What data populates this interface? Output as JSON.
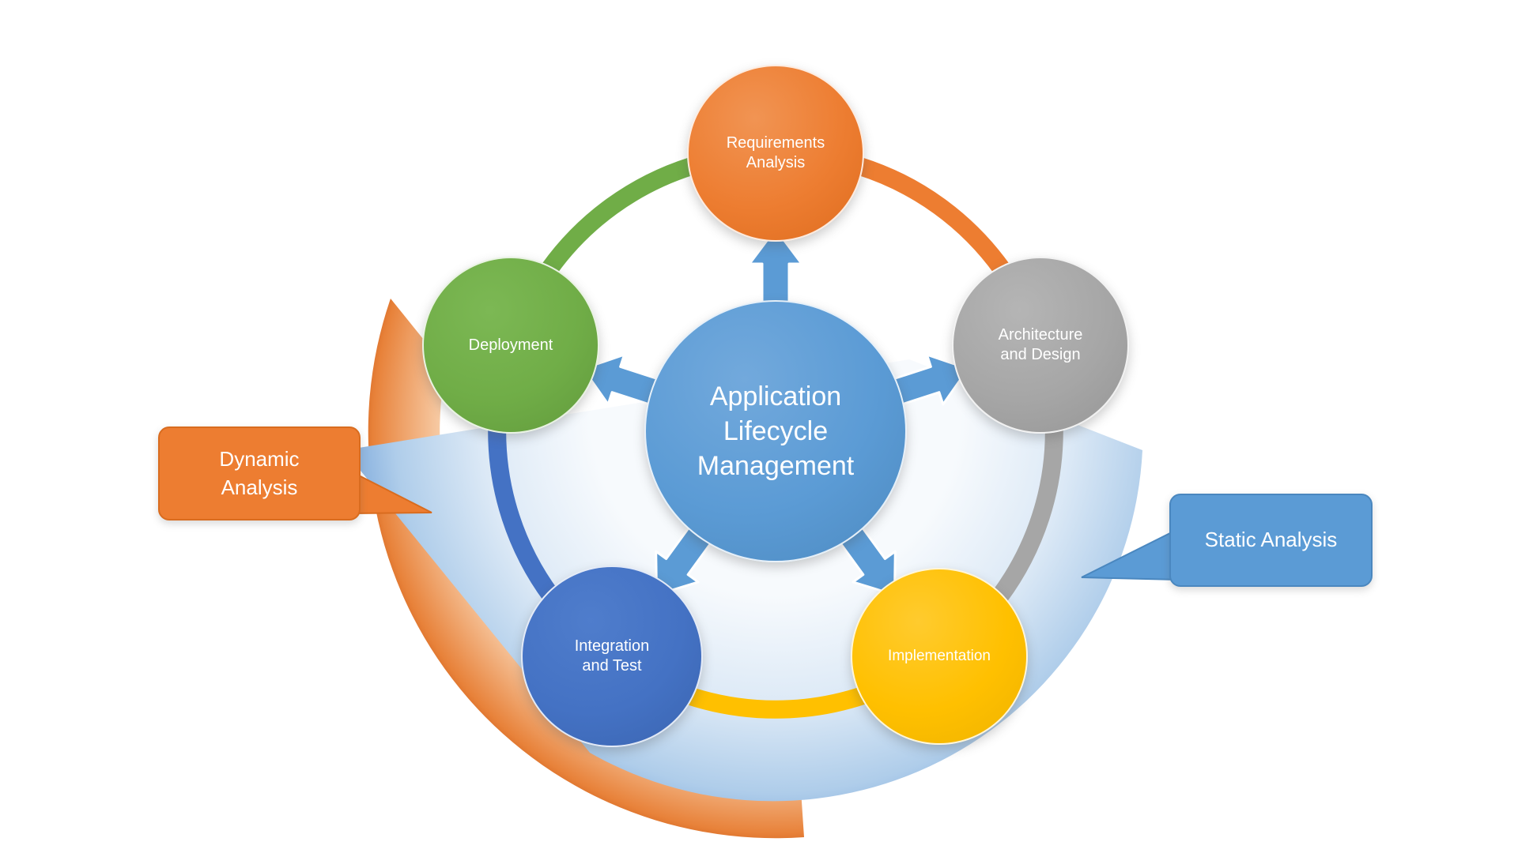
{
  "diagram": {
    "center": {
      "label": "Application\nLifecycle\nManagement",
      "color": "#5B9BD5"
    },
    "nodes": [
      {
        "id": "requirements-analysis",
        "label": "Requirements\nAnalysis",
        "color": "#ED7D31"
      },
      {
        "id": "architecture-and-design",
        "label": "Architecture\nand Design",
        "color": "#A6A6A6"
      },
      {
        "id": "implementation",
        "label": "Implementation",
        "color": "#FFC000"
      },
      {
        "id": "integration-and-test",
        "label": "Integration\nand Test",
        "color": "#4472C4"
      },
      {
        "id": "deployment",
        "label": "Deployment",
        "color": "#70AD47"
      }
    ],
    "callouts": [
      {
        "id": "dynamic-analysis",
        "label": "Dynamic\nAnalysis",
        "color": "#ED7D31",
        "border_color": "#D96C1F"
      },
      {
        "id": "static-analysis",
        "label": "Static Analysis",
        "color": "#5B9BD5",
        "border_color": "#4A87BF"
      }
    ],
    "background": {
      "canvas_color": "#FFFFFF",
      "left_swoosh_rim_color": "#D2641F",
      "left_swoosh_inner_color": "#FAE4D4",
      "right_swoosh_rim_color": "#93B9E2",
      "right_swoosh_inner_color": "#F7FAFD"
    }
  }
}
